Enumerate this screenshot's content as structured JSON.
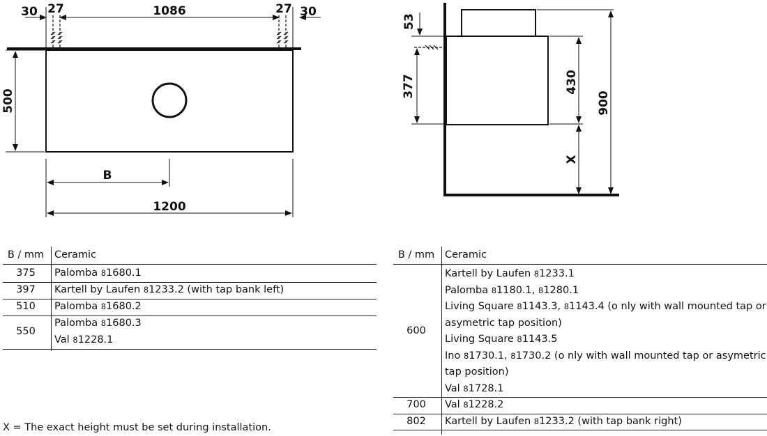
{
  "front_view": {
    "dims": {
      "edge_left": "30",
      "tap_left": "27",
      "span": "1086",
      "tap_right": "27",
      "edge_right": "30",
      "height": "500",
      "b": "B",
      "width": "1200"
    }
  },
  "side_view": {
    "dims": {
      "top": "53",
      "tap_height": "377",
      "cabinet_height": "430",
      "total_height": "900",
      "x": "X"
    }
  },
  "table_left": {
    "headers": [
      "B / mm",
      "Ceramic"
    ],
    "rows": [
      {
        "b": "375",
        "lines": [
          [
            {
              "t": "Palomba "
            },
            {
              "t": "8",
              "c": 1
            },
            {
              "t": "1680.1"
            }
          ]
        ]
      },
      {
        "b": "397",
        "lines": [
          [
            {
              "t": "Kartell by Laufen "
            },
            {
              "t": "8",
              "c": 1
            },
            {
              "t": "1233.2 (with tap bank left)"
            }
          ]
        ]
      },
      {
        "b": "510",
        "lines": [
          [
            {
              "t": "Palomba "
            },
            {
              "t": "8",
              "c": 1
            },
            {
              "t": "1680.2"
            }
          ]
        ]
      },
      {
        "b": "550",
        "lines": [
          [
            {
              "t": "Palomba "
            },
            {
              "t": "8",
              "c": 1
            },
            {
              "t": "1680.3"
            }
          ],
          [
            {
              "t": "Val "
            },
            {
              "t": "8",
              "c": 1
            },
            {
              "t": "1228.1"
            }
          ]
        ]
      }
    ]
  },
  "table_right": {
    "headers": [
      "B / mm",
      "Ceramic"
    ],
    "rows": [
      {
        "b": "600",
        "lines": [
          [
            {
              "t": "Kartell by Laufen "
            },
            {
              "t": "8",
              "c": 1
            },
            {
              "t": "1233.1"
            }
          ],
          [
            {
              "t": "Palomba "
            },
            {
              "t": "8",
              "c": 1
            },
            {
              "t": "1180.1, "
            },
            {
              "t": "8",
              "c": 1
            },
            {
              "t": "1280.1"
            }
          ],
          [
            {
              "t": "Living Square "
            },
            {
              "t": "8",
              "c": 1
            },
            {
              "t": "1143.3, "
            },
            {
              "t": "8",
              "c": 1
            },
            {
              "t": "1143.4 (o nly with wall mounted tap or"
            }
          ],
          [
            {
              "t": "asymetric tap position)"
            }
          ],
          [
            {
              "t": "Living Square "
            },
            {
              "t": "8",
              "c": 1
            },
            {
              "t": "1143.5"
            }
          ],
          [
            {
              "t": "Ino "
            },
            {
              "t": "8",
              "c": 1
            },
            {
              "t": "1730.1, "
            },
            {
              "t": "8",
              "c": 1
            },
            {
              "t": "1730.2 (o nly with wall mounted tap or asymetric"
            }
          ],
          [
            {
              "t": "tap position)"
            }
          ],
          [
            {
              "t": "Val "
            },
            {
              "t": "8",
              "c": 1
            },
            {
              "t": "1728.1"
            }
          ]
        ]
      },
      {
        "b": "700",
        "lines": [
          [
            {
              "t": "Val "
            },
            {
              "t": "8",
              "c": 1
            },
            {
              "t": "1228.2"
            }
          ]
        ]
      },
      {
        "b": "802",
        "lines": [
          [
            {
              "t": "Kartell by Laufen "
            },
            {
              "t": "8",
              "c": 1
            },
            {
              "t": "1233.2 (with tap bank right)"
            }
          ]
        ]
      }
    ]
  },
  "note": "X = The exact height must be set during installation."
}
